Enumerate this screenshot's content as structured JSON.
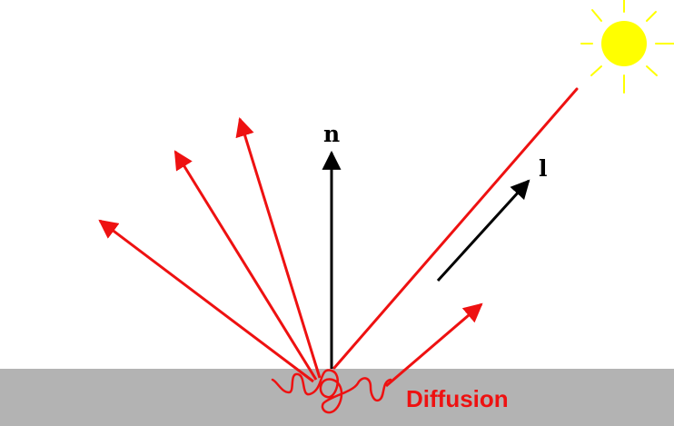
{
  "colors": {
    "surface": "#b3b3b3",
    "reflected_rays": "#ee1111",
    "vectors": "#000000",
    "sun": "#ffff00",
    "label_red": "#ee1111",
    "label_black": "#000000"
  },
  "labels": {
    "normal": "n",
    "light": "l",
    "surface": "Diffusion"
  },
  "icons": {
    "light_source": "sun-icon"
  }
}
